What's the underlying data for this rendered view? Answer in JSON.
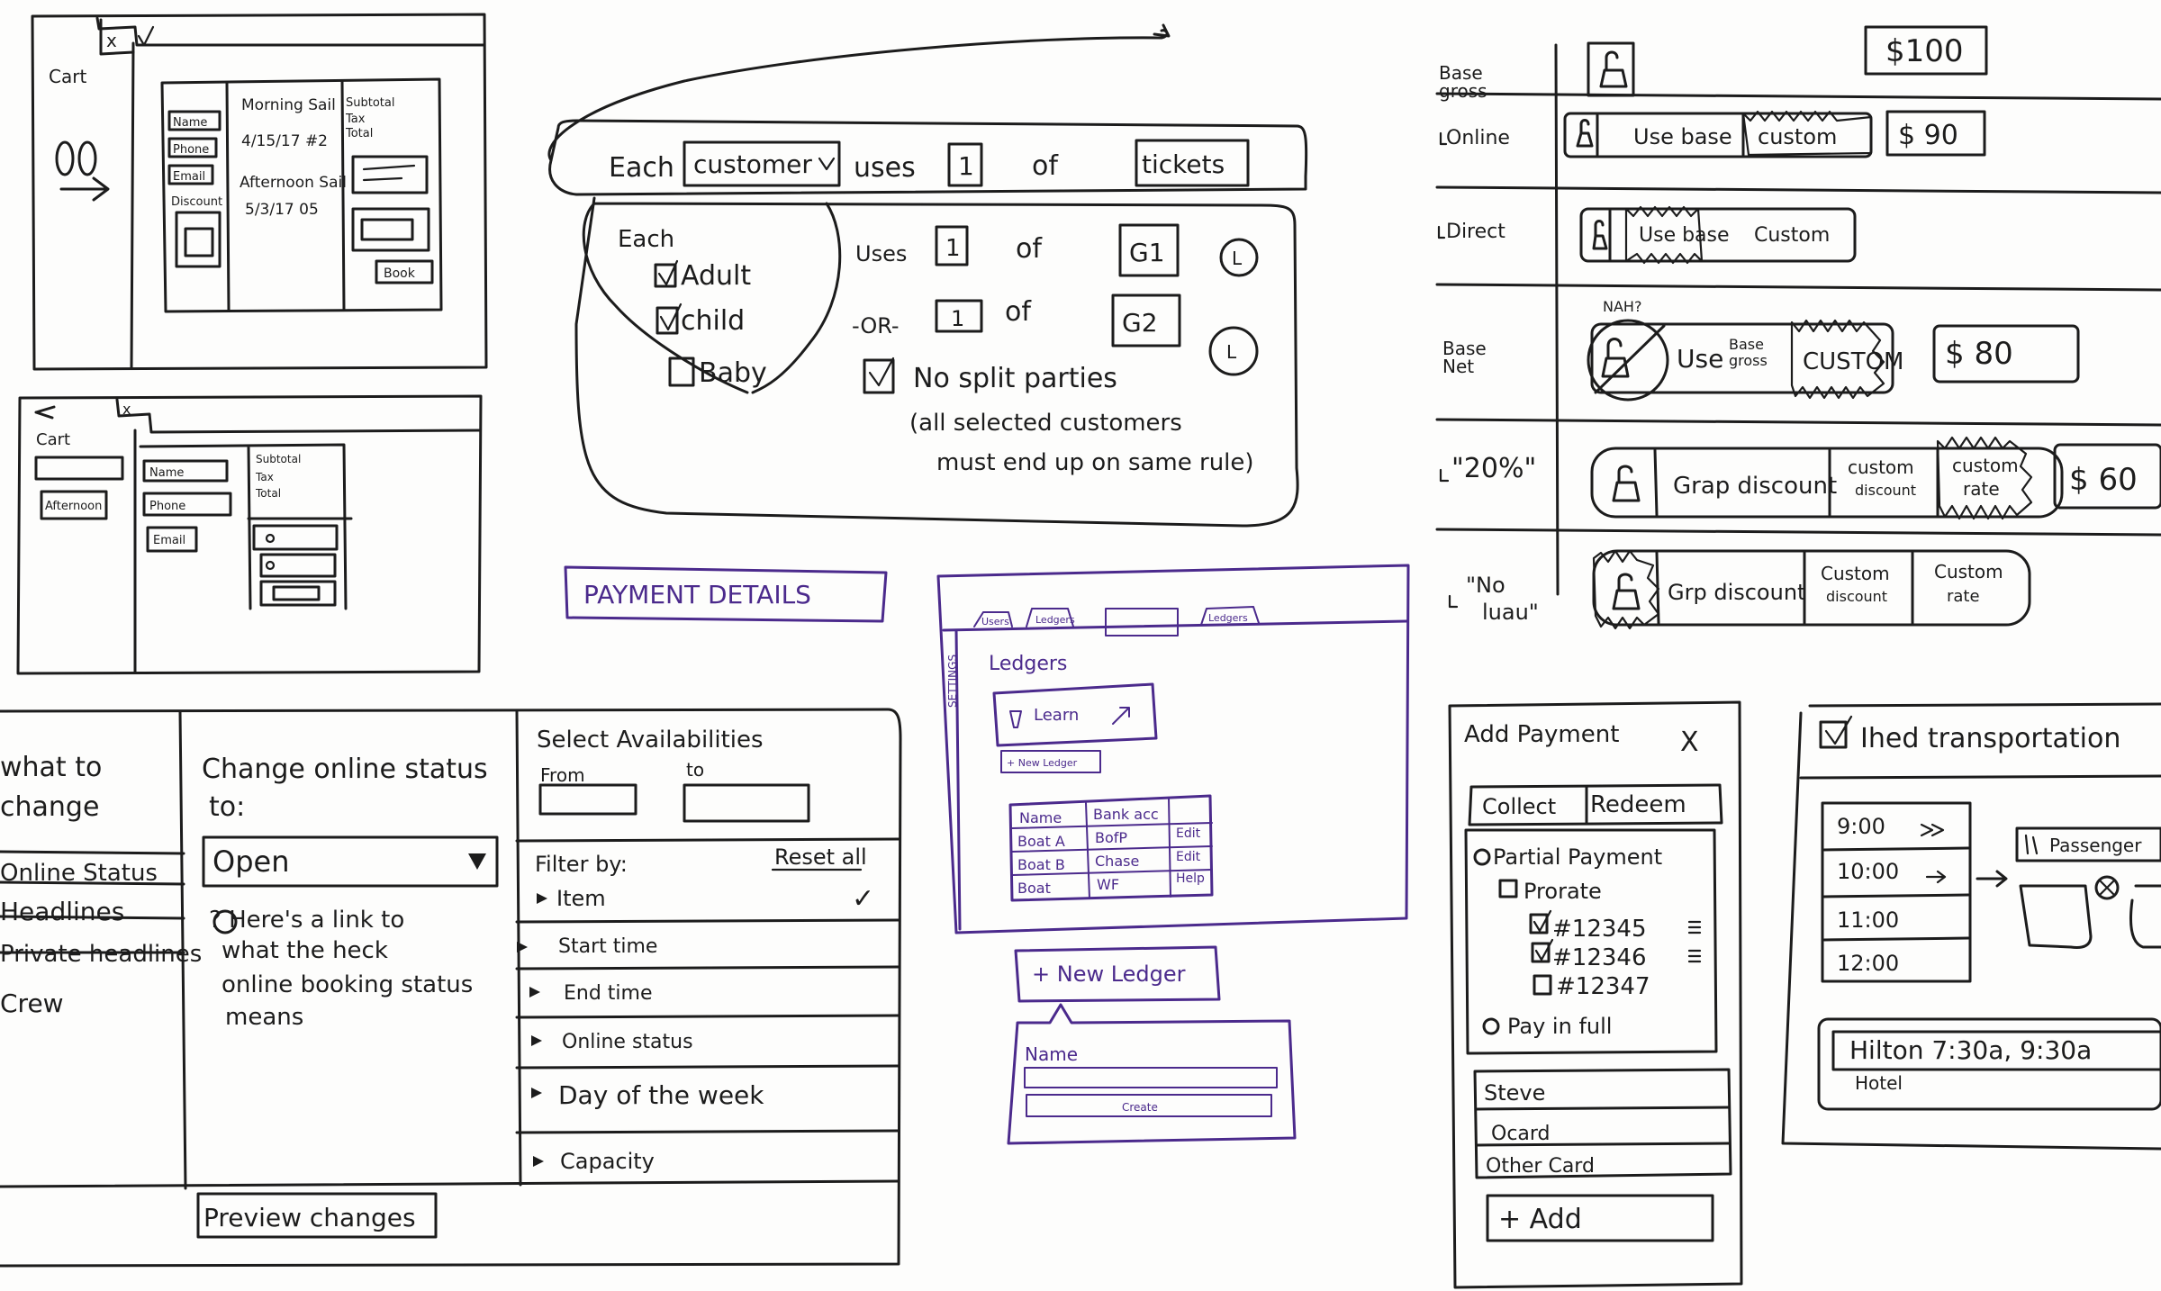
{
  "cart_sketch": {
    "title": "Cart",
    "close": "x",
    "item1": [
      "Name",
      "Phone",
      "Email",
      "Discount"
    ],
    "booking1_line1": "Morning Sail",
    "booking1_line2": "4/15/17 #2",
    "booking2_line1": "Afternoon Sail",
    "booking2_line2": "5/3/17 05",
    "totals": [
      "Subtotal",
      "Tax",
      "Total"
    ],
    "book": "Book"
  },
  "cart_sketch_small": {
    "title": "Cart",
    "close": "x",
    "slot": "Afternoon",
    "fields": [
      "Name",
      "Phone",
      "Email"
    ],
    "totals": [
      "Subtotal",
      "Tax",
      "Total"
    ]
  },
  "rule_sketch": {
    "each": "Each",
    "customer": "customer",
    "uses": "uses",
    "count": "1",
    "of": "of",
    "tickets": "tickets",
    "each2": "Each",
    "options": [
      "Adult",
      "child",
      "Baby"
    ],
    "uses2": "Uses",
    "n1": "1",
    "of2": "of",
    "g1": "G1",
    "or": "-OR-",
    "n2": "1",
    "of3": "of",
    "g2": "G2",
    "l": "L",
    "no_split": "No split parties",
    "note1": "(all selected customers",
    "note2": "must end up on same rule)"
  },
  "payment_title": "PAYMENT DETAILS",
  "pricing_sketch": {
    "amount_top": "$100",
    "base_gross": [
      "Base",
      "gross"
    ],
    "online": "Online",
    "use_base": "Use base",
    "custom": "custom",
    "online_amount": "$ 90",
    "direct": "Direct",
    "use_base2": "Use base",
    "custom2": "Custom",
    "base_net": [
      "Base",
      "Net"
    ],
    "nah": "NAH?",
    "use": "Use",
    "base_gross2": [
      "Base",
      "gross"
    ],
    "custom3": "CUSTOM",
    "net_amount": "$ 80",
    "pct": "\"20%\"",
    "grp_discount": "Grap discount",
    "custom_discount": [
      "custom",
      "discount"
    ],
    "custom_rate": [
      "custom",
      "rate"
    ],
    "pct_amount": "$ 60",
    "no_luau": [
      "\"No",
      "luau\""
    ],
    "grp_discount2": "Grp discount",
    "custom_discount2": [
      "Custom",
      "discount"
    ],
    "custom_rate2": [
      "Custom",
      "rate"
    ]
  },
  "status_sketch": {
    "what_to_change": [
      "what to",
      "change"
    ],
    "menu": [
      "Online Status",
      "Headlines",
      "Private headlines",
      "Crew"
    ],
    "heading": [
      "Change online status",
      "to:"
    ],
    "select_value": "Open",
    "help": [
      "? Here's a link to",
      "what the heck",
      "online booking status",
      "means"
    ],
    "preview": "Preview changes",
    "avail_title": "Select Availabilities",
    "from": "From",
    "to": "to",
    "filter": "Filter by:",
    "reset": "Reset all",
    "filters": [
      "Item",
      "Start time",
      "End time",
      "Online status",
      "Day of the week",
      "Capacity"
    ],
    "check": "✓"
  },
  "ledger_sketch": {
    "tabs": [
      "Users",
      "Ledgers",
      "",
      "Ledgers"
    ],
    "side": "SETTINGS",
    "heading": "Ledgers",
    "learn": "Learn",
    "new_small": "+ New Ledger",
    "headers": [
      "Name",
      "Bank acc"
    ],
    "rows": [
      [
        "Boat A",
        "BofP",
        "Edit"
      ],
      [
        "Boat B",
        "Chase",
        "Edit"
      ],
      [
        "Boat",
        "WF",
        "Help"
      ]
    ],
    "new_button": "+ New Ledger",
    "name_label": "Name",
    "create": "Create"
  },
  "add_payment_sketch": {
    "title": "Add Payment",
    "close": "X",
    "tabs": [
      "Collect",
      "Redeem"
    ],
    "partial": "Partial Payment",
    "prorate": "Prorate",
    "items": [
      "#12345",
      "#12346",
      "#12347"
    ],
    "pay_full": "Pay in full",
    "methods": [
      "Steve",
      "Ocard",
      "Other Card"
    ],
    "add": "+ Add"
  },
  "transport_sketch": {
    "title": "Ihed transportation",
    "times": [
      "9:00",
      "10:00",
      "11:00",
      "12:00"
    ],
    "passenger": "Passenger",
    "hotel_line": "Hilton 7:30a, 9:30a",
    "hotel_label": "Hotel"
  }
}
